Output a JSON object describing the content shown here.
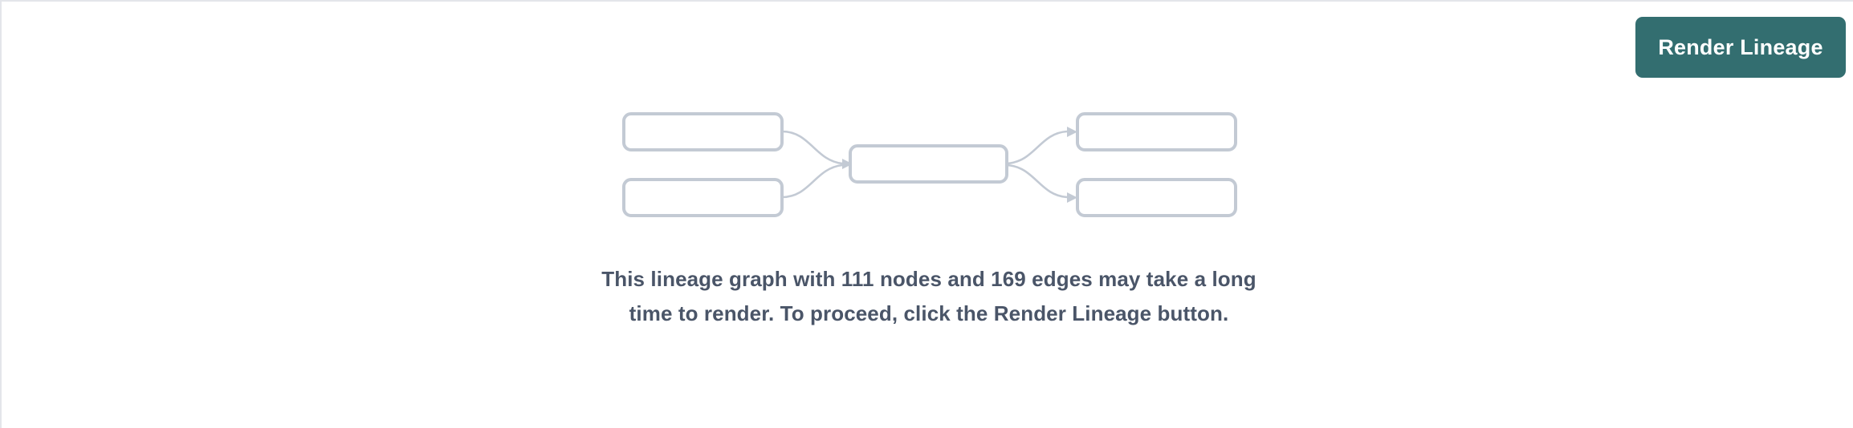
{
  "panel": {
    "background_color": "#ffffff",
    "border_color": "#e3e5ea"
  },
  "toolbar": {
    "render_button_label": "Render Lineage",
    "render_button_color": "#336E70",
    "render_button_text_color": "#ffffff"
  },
  "lineage_placeholder": {
    "node_border_color": "#c3cad4",
    "node_fill_color": "#ffffff",
    "edge_color": "#c3cad4",
    "nodes": [
      {
        "id": "upstream-1",
        "label": ""
      },
      {
        "id": "upstream-2",
        "label": ""
      },
      {
        "id": "center",
        "label": ""
      },
      {
        "id": "downstream-1",
        "label": ""
      },
      {
        "id": "downstream-2",
        "label": ""
      }
    ],
    "edges": [
      {
        "from": "upstream-1",
        "to": "center"
      },
      {
        "from": "upstream-2",
        "to": "center"
      },
      {
        "from": "center",
        "to": "downstream-1"
      },
      {
        "from": "center",
        "to": "downstream-2"
      }
    ]
  },
  "message": {
    "text": "This lineage graph with 111 nodes and 169 edges may take a long time to render. To proceed, click the Render Lineage button.",
    "node_count": 111,
    "edge_count": 169,
    "text_color": "#4a5568"
  }
}
